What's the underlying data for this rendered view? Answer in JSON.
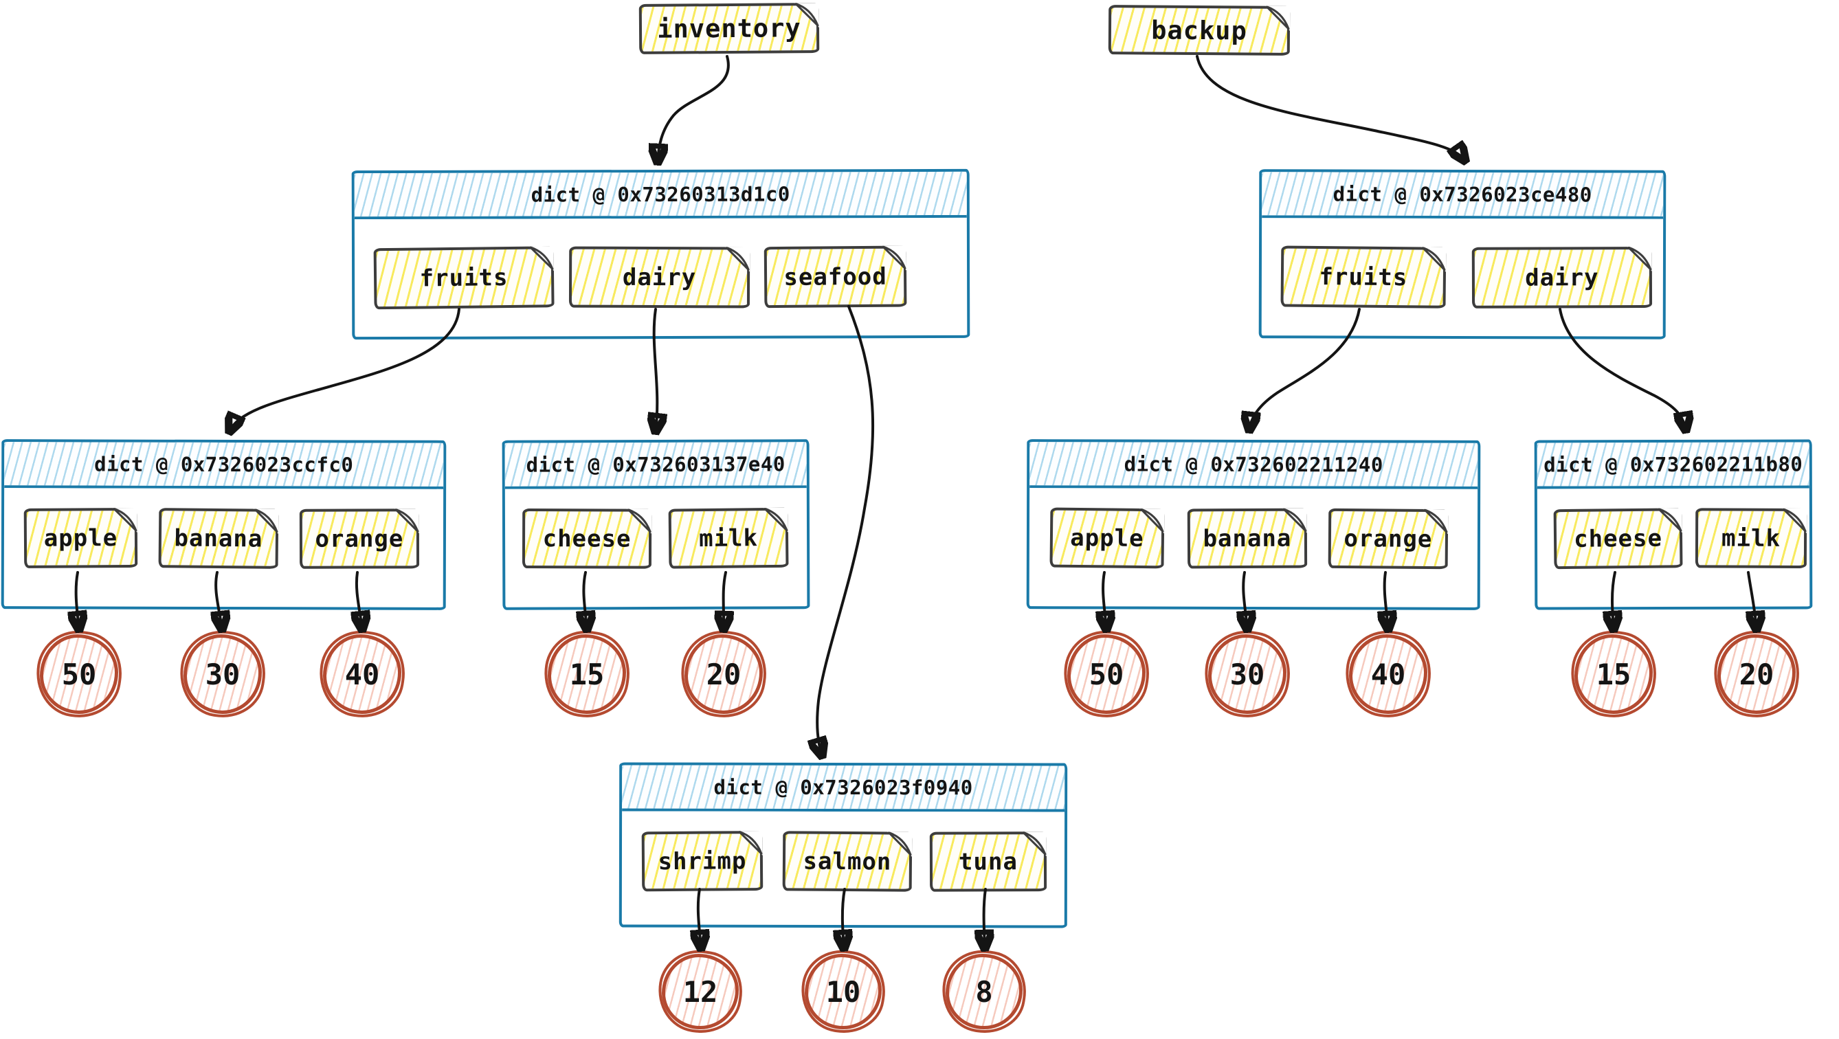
{
  "diagram": {
    "variables": [
      {
        "name": "inventory",
        "target": "dict @ 0x73260313d1c0"
      },
      {
        "name": "backup",
        "target": "dict @ 0x7326023ce480"
      }
    ],
    "dicts": [
      {
        "title": "dict @ 0x73260313d1c0",
        "entries": [
          {
            "key": "fruits",
            "value": "dict @ 0x7326023ccfc0"
          },
          {
            "key": "dairy",
            "value": "dict @ 0x732603137e40"
          },
          {
            "key": "seafood",
            "value": "dict @ 0x7326023f0940"
          }
        ]
      },
      {
        "title": "dict @ 0x7326023ce480",
        "entries": [
          {
            "key": "fruits",
            "value": "dict @ 0x732602211240"
          },
          {
            "key": "dairy",
            "value": "dict @ 0x732602211b80"
          }
        ]
      },
      {
        "title": "dict @ 0x7326023ccfc0",
        "entries": [
          {
            "key": "apple",
            "value": "50"
          },
          {
            "key": "banana",
            "value": "30"
          },
          {
            "key": "orange",
            "value": "40"
          }
        ]
      },
      {
        "title": "dict @ 0x732603137e40",
        "entries": [
          {
            "key": "cheese",
            "value": "15"
          },
          {
            "key": "milk",
            "value": "20"
          }
        ]
      },
      {
        "title": "dict @ 0x732602211240",
        "entries": [
          {
            "key": "apple",
            "value": "50"
          },
          {
            "key": "banana",
            "value": "30"
          },
          {
            "key": "orange",
            "value": "40"
          }
        ]
      },
      {
        "title": "dict @ 0x732602211b80",
        "entries": [
          {
            "key": "cheese",
            "value": "15"
          },
          {
            "key": "milk",
            "value": "20"
          }
        ]
      },
      {
        "title": "dict @ 0x7326023f0940",
        "entries": [
          {
            "key": "shrimp",
            "value": "12"
          },
          {
            "key": "salmon",
            "value": "10"
          },
          {
            "key": "tuna",
            "value": "8"
          }
        ]
      }
    ]
  },
  "colors": {
    "ink": "#141414",
    "note-border": "#3d3d3d",
    "note-hatch": "#f8ea5e",
    "dict-border": "#1a7aa8",
    "dict-hatch": "#aed9ee",
    "value-border": "#b44a30",
    "value-hatch": "#f6cabe",
    "arrow": "#141414",
    "canvas-bg": "#ffffff"
  }
}
